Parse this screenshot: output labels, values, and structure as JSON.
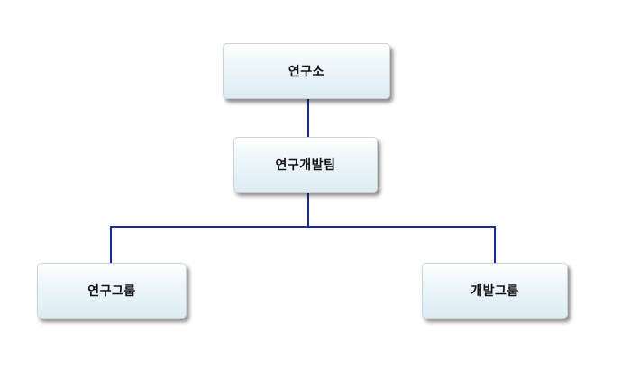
{
  "org_chart": {
    "root": {
      "label": "연구소"
    },
    "team": {
      "label": "연구개발팀"
    },
    "groups": [
      {
        "label": "연구그룹"
      },
      {
        "label": "개발그룹"
      }
    ]
  },
  "colors": {
    "connector": "#1a2a9a",
    "node_fill": "#e4f1f6",
    "node_border": "#c9d3d8"
  }
}
